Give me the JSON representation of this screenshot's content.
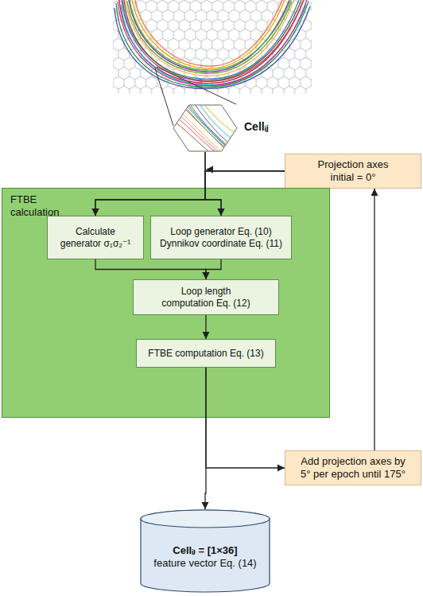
{
  "diagram": {
    "nodes": [
      {
        "text": [
          "Cellᵢⱼ"
        ]
      },
      {
        "text": [
          "Projection axes initial = 0°"
        ]
      },
      {
        "text": [
          "FTBE calculation"
        ]
      },
      {
        "text": [
          "Calculate generator σ₁σ₂⁻¹"
        ],
        "in": 2
      },
      {
        "text": [
          "Loop generator Eq. (10) Dynnikov coordinate Eq. (11)"
        ],
        "in": 2
      },
      {
        "text": [
          "Loop length computation Eq. (12)"
        ],
        "in": 2
      },
      {
        "text": [
          "FTBE computation Eq. (13)"
        ],
        "in": 2
      },
      {
        "text": [
          "Add projection axes by 5° per epoch until 175°"
        ]
      },
      {
        "text": [
          "Cellᵢⱼ = [1×36]",
          "feature vector Eq. (14)"
        ]
      }
    ],
    "edges": [
      {
        "from": 0,
        "to": 3,
        "arrow": "to"
      },
      {
        "from": 0,
        "to": 4,
        "arrow": "to"
      },
      {
        "from": 1,
        "to": 3,
        "arrow": "to"
      },
      {
        "from": 1,
        "to": 4,
        "arrow": "to"
      },
      {
        "from": 3,
        "to": 5,
        "arrow": "to"
      },
      {
        "from": 4,
        "to": 5,
        "arrow": "to"
      },
      {
        "from": 5,
        "to": 6,
        "arrow": "to"
      },
      {
        "from": 6,
        "to": 8,
        "arrow": "to"
      },
      {
        "from": 6,
        "to": 7,
        "arrow": "to"
      },
      {
        "from": 7,
        "to": 1,
        "arrow": "to"
      }
    ]
  }
}
